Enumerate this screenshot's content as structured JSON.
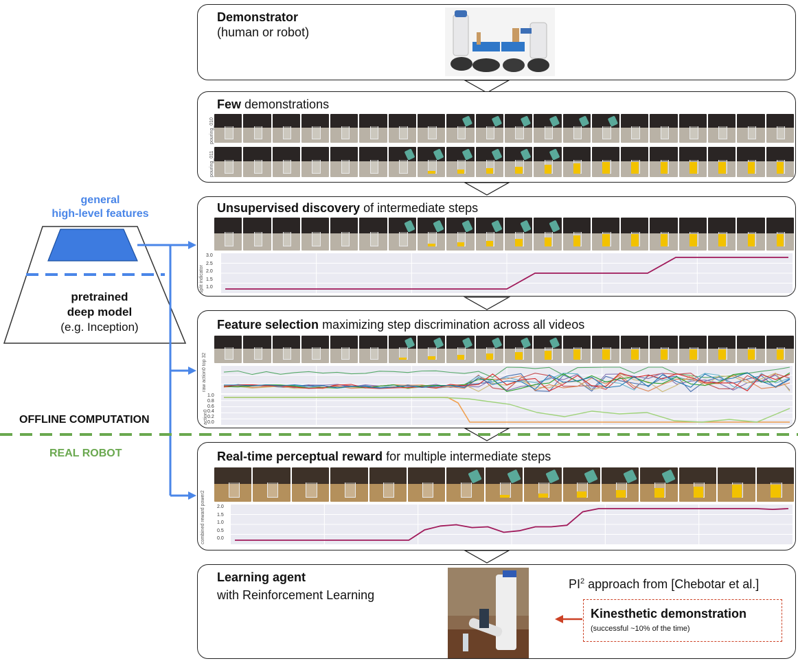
{
  "stages": {
    "demonstrator": {
      "title": "Demonstrator",
      "subtitle": "(human or robot)"
    },
    "few": {
      "title_bold": "Few",
      "title_rest": " demonstrations",
      "rows": [
        "pouring_010",
        "pouring_011"
      ]
    },
    "unsupervised": {
      "title_bold": "Unsupervised discovery",
      "title_rest": " of intermediate steps",
      "plot_ylabel": "split indicator",
      "ticks": [
        "3.0",
        "2.5",
        "2.0",
        "1.5",
        "1.0"
      ]
    },
    "feature": {
      "title_bold": "Feature selection",
      "title_rest": " maximizing step discrimination across all videos",
      "plot1_ylabel": "raw action0 top 32",
      "plot2_ylabel": "action0",
      "plot2_ticks": [
        "1.0",
        "0.8",
        "0.6",
        "0.4",
        "0.2",
        "0.0"
      ]
    },
    "realtime": {
      "title_bold": "Real-time perceptual reward",
      "title_rest": " for multiple intermediate steps",
      "plot_ylabel": "combined reward power2",
      "ticks": [
        "2.0",
        "1.5",
        "1.0",
        "0.5",
        "0.0"
      ]
    },
    "learning": {
      "title": "Learning agent",
      "subtitle": "with Reinforcement Learning",
      "approach_prefix": "PI",
      "approach_sup": "2",
      "approach_rest": " approach from [Chebotar et al.]",
      "kinesthetic_title": "Kinesthetic demonstration",
      "kinesthetic_sub": "(successful ~10% of the time)"
    }
  },
  "left": {
    "general_line1": "general",
    "general_line2": "high-level features",
    "pretrained_line1": "pretrained",
    "pretrained_line2": "deep model",
    "pretrained_line3": "(e.g. Inception)",
    "offline": "OFFLINE COMPUTATION",
    "real_robot": "REAL ROBOT"
  },
  "colors": {
    "blue": "#4a86e8",
    "green": "#6aa84f",
    "red": "#cc4125",
    "curve": "#a0195a"
  },
  "chart_data": [
    {
      "type": "line",
      "ylabel": "split indicator",
      "ylim": [
        1.0,
        3.0
      ],
      "x": [
        0,
        1,
        2,
        3,
        4,
        5,
        6,
        7,
        8,
        9,
        10,
        11,
        12,
        13,
        14,
        15,
        16,
        17,
        18,
        19,
        20
      ],
      "values": [
        1,
        1,
        1,
        1,
        1,
        1,
        1,
        1,
        1,
        1,
        1,
        2,
        2,
        2,
        2,
        2,
        3,
        3,
        3,
        3,
        3
      ]
    },
    {
      "type": "line",
      "ylabel": "combined reward power2",
      "ylim": [
        0.0,
        2.0
      ],
      "x": [
        0,
        1,
        2,
        3,
        4,
        5,
        6,
        7,
        8,
        9,
        10,
        11,
        12,
        13,
        14,
        15,
        16,
        17,
        18,
        19,
        20,
        21,
        22,
        23,
        24,
        25,
        26,
        27,
        28,
        29,
        30,
        31,
        32,
        33,
        34,
        35
      ],
      "values": [
        0,
        0,
        0,
        0,
        0,
        0,
        0,
        0,
        0,
        0,
        0,
        0,
        0.65,
        0.9,
        0.98,
        0.8,
        0.85,
        0.5,
        0.6,
        0.85,
        0.85,
        0.95,
        1.8,
        2.0,
        2.0,
        2.0,
        2.0,
        2.0,
        2.0,
        2.0,
        2.0,
        2.0,
        2.0,
        2.0,
        1.95,
        2.0
      ]
    }
  ]
}
